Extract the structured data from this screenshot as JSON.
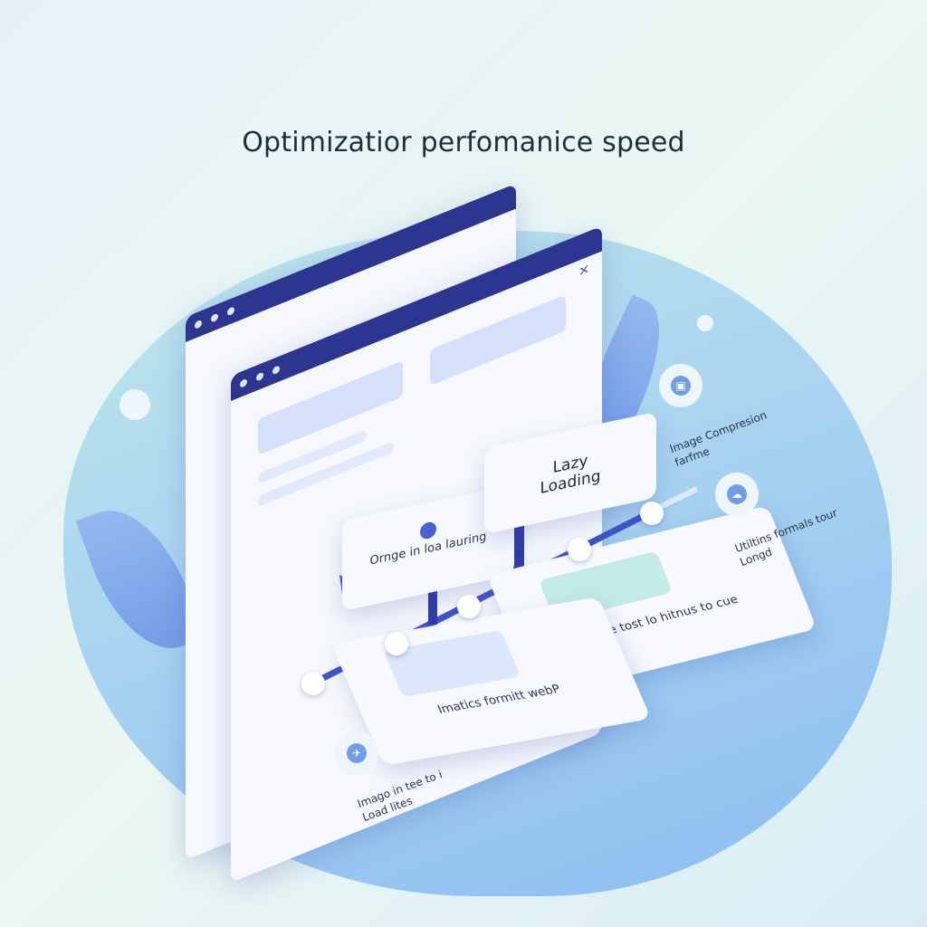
{
  "title": "Optimizatior perfomanice speed",
  "cards": {
    "lazy": "Lazy Loading",
    "left_card": "Ornge in loa lauring",
    "right_card": "Image tost lo hitnus to cue",
    "bottom_card": "Imatics formitt webP"
  },
  "labels": {
    "compression": "Image Compresion farfme",
    "formats": "Utiltins formals tour Longd",
    "bottom": "Imago in tee to i Load lites"
  },
  "icons": [
    "lock-icon",
    "cloud-icon",
    "image-icon",
    "arrow-icon",
    "close-icon"
  ],
  "colors": {
    "navy": "#2c3590",
    "accent": "#4a5fd0",
    "blob": "#a9d3f0"
  }
}
